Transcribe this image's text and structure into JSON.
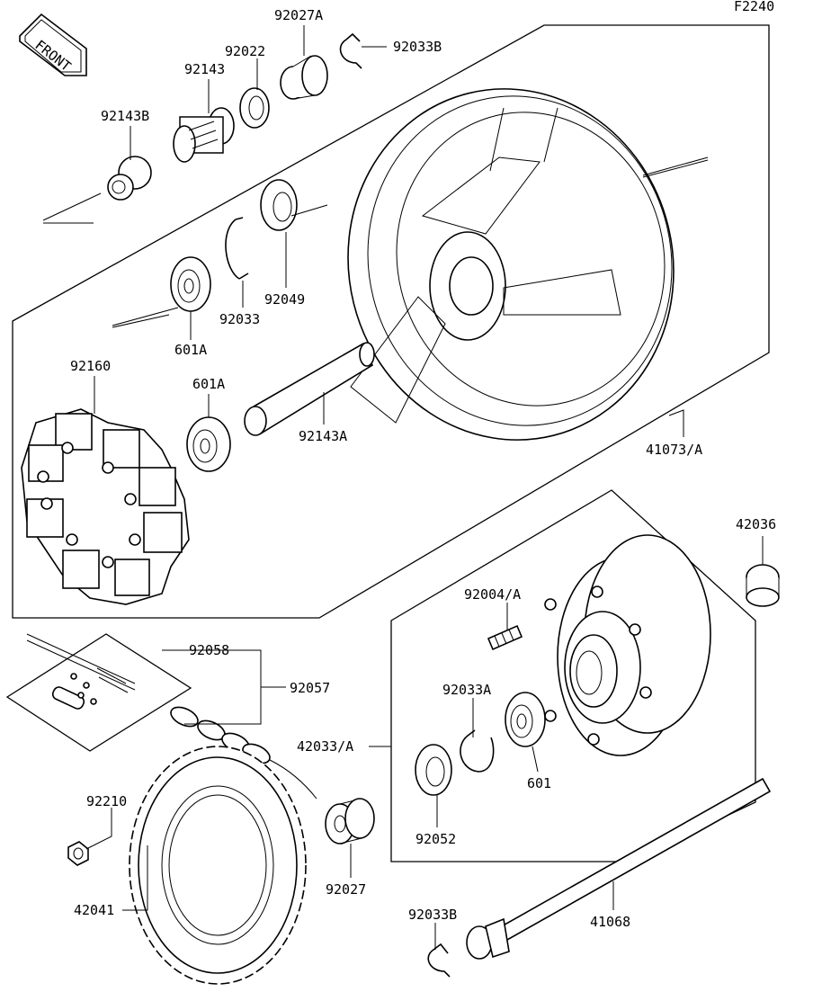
{
  "figure_code": "F2240",
  "front_badge": "FRONT",
  "parts": {
    "p92027A": "92027A",
    "p92033B_top": "92033B",
    "p92022": "92022",
    "p92143": "92143",
    "p92143B": "92143B",
    "p92049": "92049",
    "p92033": "92033",
    "p601A_top": "601A",
    "p92160": "92160",
    "p601A": "601A",
    "p92143A": "92143A",
    "p41073A": "41073/A",
    "p42036": "42036",
    "p92004A": "92004/A",
    "p92058": "92058",
    "p92057": "92057",
    "p92033A": "92033A",
    "p42033A": "42033/A",
    "p601": "601",
    "p92210": "92210",
    "p92052": "92052",
    "p92027": "92027",
    "p42041": "42041",
    "p92033B_bot": "92033B",
    "p41068": "41068"
  }
}
